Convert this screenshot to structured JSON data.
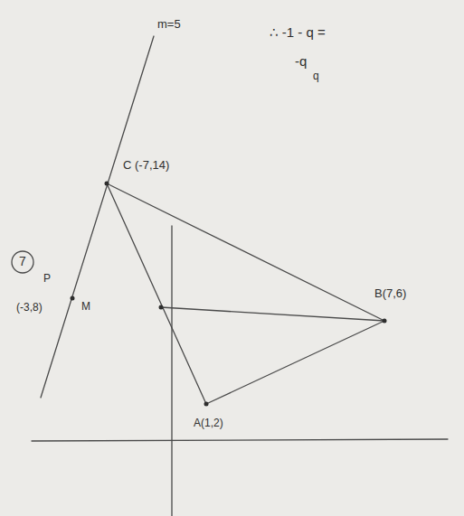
{
  "diagram": {
    "labels": [
      "m=5",
      "∴ -1 - q =",
      "-q",
      "q",
      "C (-7,14)",
      "7",
      "P",
      "(-3,8)",
      "M",
      "B(7,6)",
      "A(1,2)"
    ]
  }
}
